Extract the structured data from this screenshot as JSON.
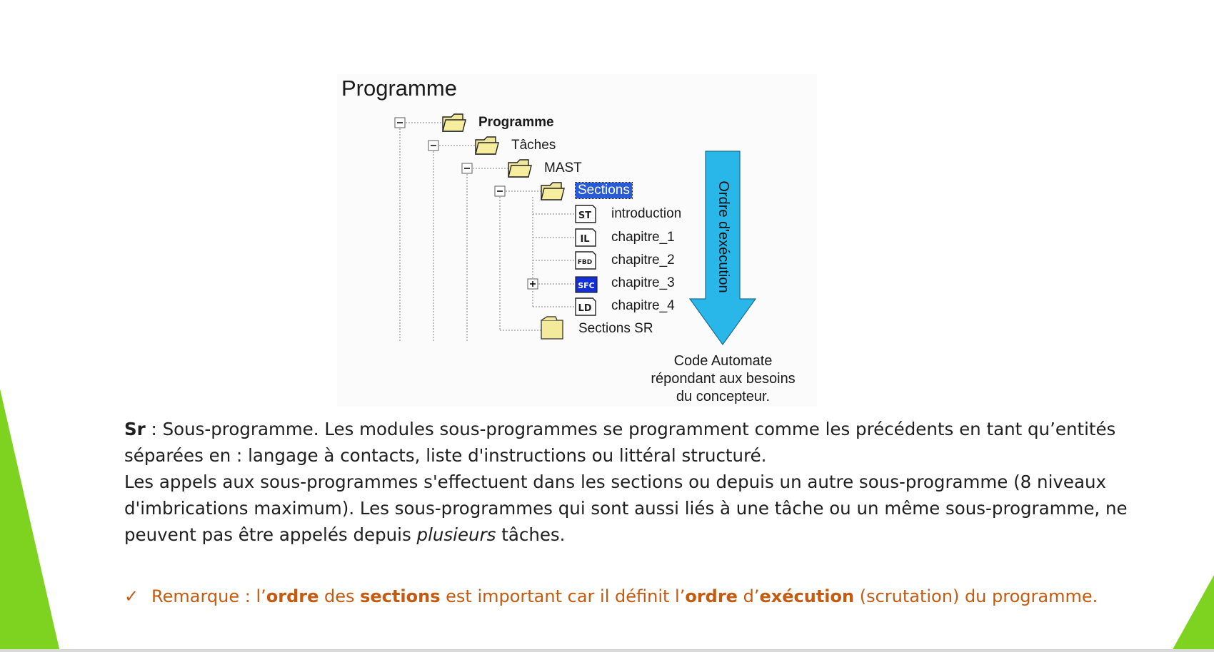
{
  "figure": {
    "title": "Programme",
    "tree": {
      "root": "Programme",
      "taches": "Tâches",
      "mast": "MAST",
      "sections": "Sections",
      "items": [
        {
          "badge": "ST",
          "label": "introduction"
        },
        {
          "badge": "IL",
          "label": "chapitre_1"
        },
        {
          "badge": "FBD",
          "label": "chapitre_2"
        },
        {
          "badge": "SFC",
          "label": "chapitre_3"
        },
        {
          "badge": "LD",
          "label": "chapitre_4"
        }
      ],
      "sections_sr": "Sections SR"
    },
    "arrow_label": "Ordre d'exécution",
    "code_caption": [
      "Code Automate",
      "répondant aux besoins",
      "du concepteur."
    ]
  },
  "text": {
    "sr_term": "Sr",
    "p1_rest": " : Sous-programme. Les modules sous-programmes se programment comme les précédents en tant qu’entités séparées en : langage à contacts, liste d'instructions ou littéral structuré.",
    "p2_before": "Les appels aux sous-programmes s'effectuent dans les sections ou depuis un autre sous-programme (8 niveaux d'imbrications maximum). Les sous-programmes qui sont aussi liés à une tâche ou un même sous-programme, ne peuvent pas être appelés depuis ",
    "p2_italic": "plusieurs",
    "p2_after": " tâches."
  },
  "remark": {
    "check": "✓",
    "t1": "Remarque : l’",
    "b1": "ordre",
    "t2": " des ",
    "b2": "sections",
    "t3": " est important car il définit l’",
    "b3": "ordre",
    "t4": " d’",
    "b4": "exécution",
    "t5": " (scrutation) du programme."
  },
  "colors": {
    "accent_green": "#7ed321",
    "remark_orange": "#c55a11",
    "arrow_blue": "#29b6e8",
    "selection_blue": "#2a5bd7"
  }
}
